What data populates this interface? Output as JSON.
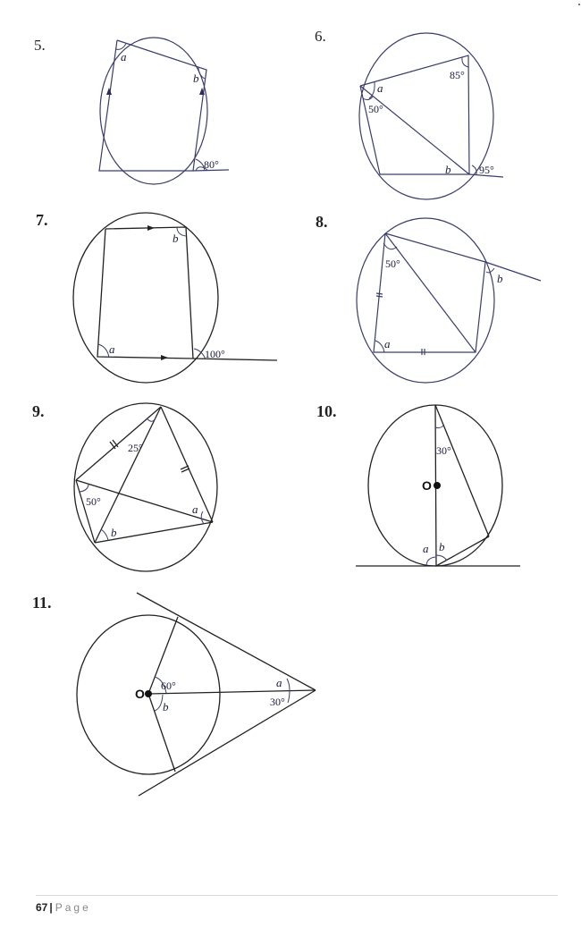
{
  "figures": [
    {
      "number": "5.",
      "labels": {
        "a": "a",
        "b": "b",
        "given": "80°"
      }
    },
    {
      "number": "6.",
      "labels": {
        "a": "a",
        "b": "b",
        "given_1": "85°",
        "given_2": "50°",
        "given_3": "95°"
      }
    },
    {
      "number": "7.",
      "labels": {
        "a": "a",
        "b": "b",
        "given": "100°"
      }
    },
    {
      "number": "8.",
      "labels": {
        "a": "a",
        "b": "b",
        "given": "50°"
      }
    },
    {
      "number": "9.",
      "labels": {
        "a": "a",
        "b": "b",
        "given_1": "25°",
        "given_2": "50°"
      }
    },
    {
      "number": "10.",
      "labels": {
        "a": "a",
        "b": "b",
        "given": "30°",
        "center": "O"
      }
    },
    {
      "number": "11.",
      "labels": {
        "a": "a",
        "b": "b",
        "given_1": "60°",
        "given_2": "30°",
        "center": "O"
      }
    }
  ],
  "footer": {
    "page_number": "67",
    "separator": "|",
    "page_word": "Page"
  }
}
